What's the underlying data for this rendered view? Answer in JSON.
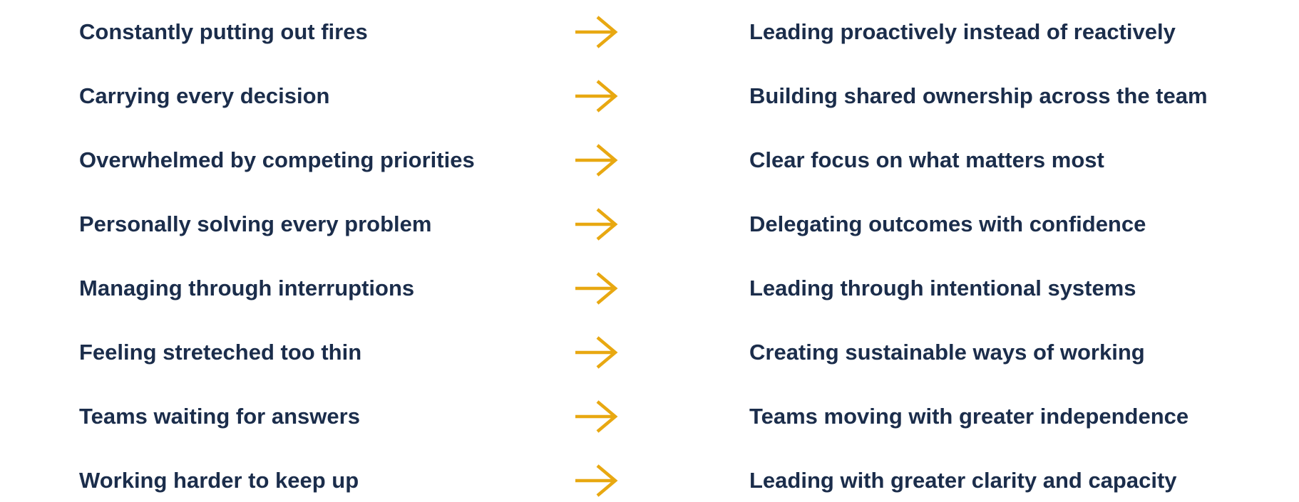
{
  "accent_color": "#e8a811",
  "text_color": "#1b2d4b",
  "arrow_icon": "arrow-right-icon",
  "rows": [
    {
      "from": "Constantly putting out fires",
      "to": "Leading proactively instead of reactively"
    },
    {
      "from": "Carrying every decision",
      "to": "Building shared ownership across the team"
    },
    {
      "from": "Overwhelmed by competing priorities",
      "to": "Clear focus on what matters most"
    },
    {
      "from": "Personally solving every problem",
      "to": "Delegating outcomes with confidence"
    },
    {
      "from": "Managing through interruptions",
      "to": "Leading through intentional systems"
    },
    {
      "from": "Feeling streteched too thin",
      "to": "Creating sustainable ways of working"
    },
    {
      "from": "Teams waiting for answers",
      "to": "Teams moving with greater independence"
    },
    {
      "from": "Working harder to keep up",
      "to": "Leading with greater clarity and capacity"
    }
  ]
}
